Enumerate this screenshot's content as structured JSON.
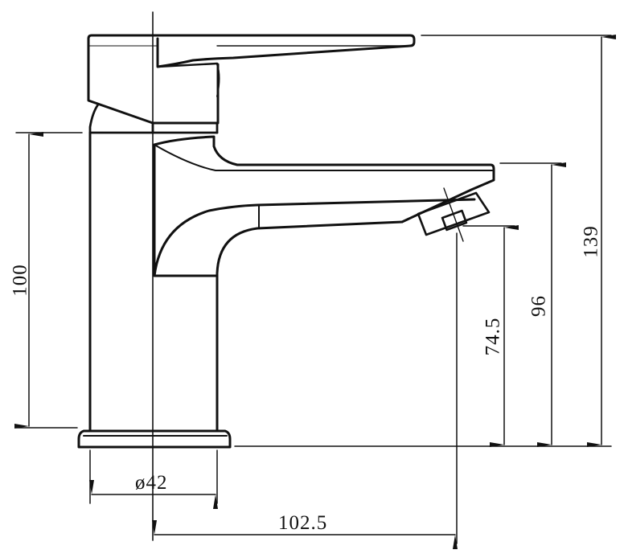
{
  "drawing": {
    "subject": "Basin mixer tap - side elevation technical drawing",
    "units": "mm",
    "line_color": "#111111",
    "background": "#ffffff"
  },
  "dimensions": {
    "body_height": {
      "label": "100",
      "value": 100,
      "orientation": "vertical",
      "side": "left"
    },
    "spout_outlet_height": {
      "label": "74.5",
      "value": 74.5,
      "orientation": "vertical",
      "side": "right"
    },
    "spout_top_height": {
      "label": "96",
      "value": 96,
      "orientation": "vertical",
      "side": "right"
    },
    "overall_height": {
      "label": "139",
      "value": 139,
      "orientation": "vertical",
      "side": "right"
    },
    "base_diameter": {
      "label": "ø42",
      "value": 42,
      "orientation": "horizontal",
      "side": "bottom"
    },
    "spout_reach": {
      "label": "102.5",
      "value": 102.5,
      "orientation": "horizontal",
      "side": "bottom"
    }
  }
}
